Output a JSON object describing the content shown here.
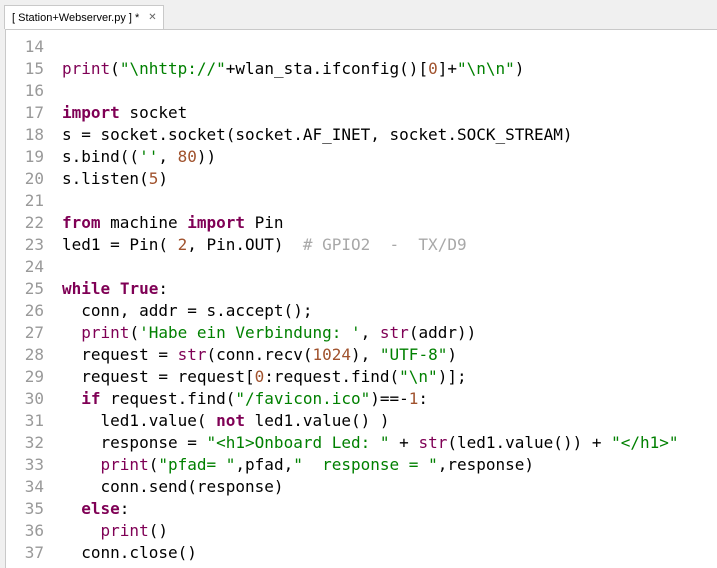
{
  "tab": {
    "title": "[ Station+Webserver.py ] *",
    "close_glyph": "✕"
  },
  "editor": {
    "lines": [
      {
        "n": "14",
        "tokens": []
      },
      {
        "n": "15",
        "tokens": [
          [
            "bi",
            "print"
          ],
          [
            "p",
            "("
          ],
          [
            "st",
            "\"\\nhttp://\""
          ],
          [
            "p",
            "+wlan_sta.ifconfig()["
          ],
          [
            "nm",
            "0"
          ],
          [
            "p",
            "]+"
          ],
          [
            "st",
            "\"\\n\\n\""
          ],
          [
            "p",
            ")"
          ]
        ]
      },
      {
        "n": "16",
        "tokens": []
      },
      {
        "n": "17",
        "tokens": [
          [
            "kw",
            "import"
          ],
          [
            "p",
            " socket"
          ]
        ]
      },
      {
        "n": "18",
        "tokens": [
          [
            "p",
            "s = socket.socket(socket.AF_INET, socket.SOCK_STREAM)"
          ]
        ]
      },
      {
        "n": "19",
        "tokens": [
          [
            "p",
            "s.bind(("
          ],
          [
            "st",
            "''"
          ],
          [
            "p",
            ", "
          ],
          [
            "nm",
            "80"
          ],
          [
            "p",
            "))"
          ]
        ]
      },
      {
        "n": "20",
        "tokens": [
          [
            "p",
            "s.listen("
          ],
          [
            "nm",
            "5"
          ],
          [
            "p",
            ")"
          ]
        ]
      },
      {
        "n": "21",
        "tokens": []
      },
      {
        "n": "22",
        "tokens": [
          [
            "kw",
            "from"
          ],
          [
            "p",
            " machine "
          ],
          [
            "kw",
            "import"
          ],
          [
            "p",
            " Pin"
          ]
        ]
      },
      {
        "n": "23",
        "tokens": [
          [
            "p",
            "led1 = Pin( "
          ],
          [
            "nm",
            "2"
          ],
          [
            "p",
            ", Pin.OUT)  "
          ],
          [
            "cm",
            "# GPIO2  -  TX/D9"
          ]
        ]
      },
      {
        "n": "24",
        "tokens": []
      },
      {
        "n": "25",
        "tokens": [
          [
            "kw",
            "while"
          ],
          [
            "p",
            " "
          ],
          [
            "kw",
            "True"
          ],
          [
            "p",
            ":"
          ]
        ]
      },
      {
        "n": "26",
        "tokens": [
          [
            "p",
            "  conn, addr = s.accept();"
          ]
        ]
      },
      {
        "n": "27",
        "tokens": [
          [
            "p",
            "  "
          ],
          [
            "bi",
            "print"
          ],
          [
            "p",
            "("
          ],
          [
            "st",
            "'Habe ein Verbindung: '"
          ],
          [
            "p",
            ", "
          ],
          [
            "bi",
            "str"
          ],
          [
            "p",
            "(addr))"
          ]
        ]
      },
      {
        "n": "28",
        "tokens": [
          [
            "p",
            "  request = "
          ],
          [
            "bi",
            "str"
          ],
          [
            "p",
            "(conn.recv("
          ],
          [
            "nm",
            "1024"
          ],
          [
            "p",
            "), "
          ],
          [
            "st",
            "\"UTF-8\""
          ],
          [
            "p",
            ")"
          ]
        ]
      },
      {
        "n": "29",
        "tokens": [
          [
            "p",
            "  request = request["
          ],
          [
            "nm",
            "0"
          ],
          [
            "p",
            ":request.find("
          ],
          [
            "st",
            "\"\\n\""
          ],
          [
            "p",
            ")];"
          ]
        ]
      },
      {
        "n": "30",
        "tokens": [
          [
            "p",
            "  "
          ],
          [
            "kw",
            "if"
          ],
          [
            "p",
            " request.find("
          ],
          [
            "st",
            "\"/favicon.ico\""
          ],
          [
            "p",
            ")==-"
          ],
          [
            "nm",
            "1"
          ],
          [
            "p",
            ":"
          ]
        ]
      },
      {
        "n": "31",
        "tokens": [
          [
            "p",
            "    led1.value( "
          ],
          [
            "kw",
            "not"
          ],
          [
            "p",
            " led1.value() )"
          ]
        ]
      },
      {
        "n": "32",
        "tokens": [
          [
            "p",
            "    response = "
          ],
          [
            "st",
            "\"<h1>Onboard Led: \""
          ],
          [
            "p",
            " + "
          ],
          [
            "bi",
            "str"
          ],
          [
            "p",
            "(led1.value()) + "
          ],
          [
            "st",
            "\"</h1>\""
          ]
        ]
      },
      {
        "n": "33",
        "tokens": [
          [
            "p",
            "    "
          ],
          [
            "bi",
            "print"
          ],
          [
            "p",
            "("
          ],
          [
            "st",
            "\"pfad= \""
          ],
          [
            "p",
            ",pfad,"
          ],
          [
            "st",
            "\"  response = \""
          ],
          [
            "p",
            ",response)"
          ]
        ]
      },
      {
        "n": "34",
        "tokens": [
          [
            "p",
            "    conn.send(response)"
          ]
        ]
      },
      {
        "n": "35",
        "tokens": [
          [
            "p",
            "  "
          ],
          [
            "kw",
            "else"
          ],
          [
            "p",
            ":"
          ]
        ]
      },
      {
        "n": "36",
        "tokens": [
          [
            "p",
            "    "
          ],
          [
            "bi",
            "print"
          ],
          [
            "p",
            "()"
          ]
        ]
      },
      {
        "n": "37",
        "tokens": [
          [
            "p",
            "  conn.close()"
          ]
        ]
      }
    ]
  },
  "colors": {
    "keyword": "#7f0055",
    "string": "#008000",
    "number": "#a0522d",
    "comment": "#a8a8a8",
    "line_number": "#999999"
  }
}
